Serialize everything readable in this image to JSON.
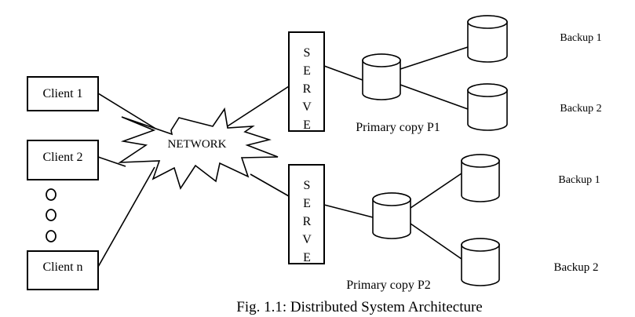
{
  "figure": {
    "caption": "Fig. 1.1: Distributed System Architecture"
  },
  "clients": [
    {
      "label": "Client 1"
    },
    {
      "label": "Client 2"
    },
    {
      "label": "Client n"
    }
  ],
  "ellipsis_marker": "○ ○ ○",
  "network": {
    "label": "NETWORK",
    "icon": "explosion-star-cloud"
  },
  "servers": [
    {
      "letters": [
        "S",
        "E",
        "R",
        "V",
        "E"
      ]
    },
    {
      "letters": [
        "S",
        "E",
        "R",
        "V",
        "E"
      ]
    }
  ],
  "primaries": [
    {
      "label": "Primary copy P1",
      "icon": "database-cylinder"
    },
    {
      "label": "Primary copy P2",
      "icon": "database-cylinder"
    }
  ],
  "backups": [
    {
      "group": "P1",
      "items": [
        {
          "label": "Backup 1"
        },
        {
          "label": "Backup 2"
        }
      ]
    },
    {
      "group": "P2",
      "items": [
        {
          "label": "Backup 1"
        },
        {
          "label": "Backup 2"
        }
      ]
    }
  ]
}
